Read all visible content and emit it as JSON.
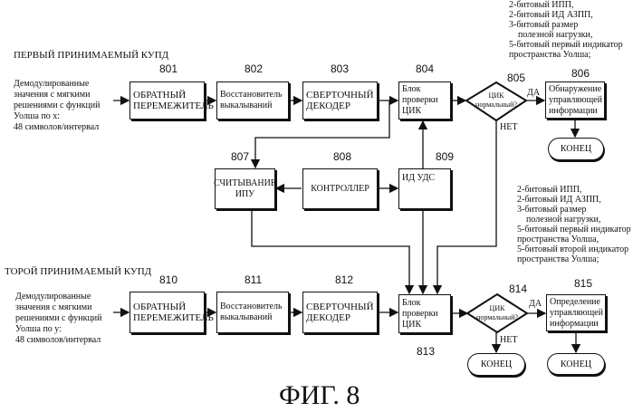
{
  "first": {
    "title": "ПЕРВЫЙ ПРИНИМАЕМЫЙ КУПД",
    "input": "Демодулированные\nзначения с мягкими\nрешениями с функций\nУолша по x:\n48 символов/интервал",
    "blocks": [
      {
        "num": "801",
        "label": "ОБРАТНЫЙ ПЕРЕМЕЖИТЕЛЬ"
      },
      {
        "num": "802",
        "label": "Восстановитель выкалываний"
      },
      {
        "num": "803",
        "label": "СВЕРТОЧНЫЙ ДЕКОДЕР"
      },
      {
        "num": "804",
        "label": "Блок проверки ЦИК"
      },
      {
        "num": "805",
        "label": "ЦИК нормальный?"
      },
      {
        "num": "806",
        "label": "Обнаружение управляющей информации"
      }
    ],
    "yes": "ДА",
    "no": "НЕТ",
    "end": "КОНЕЦ",
    "note": "2-битовый ИПП,\n2-битовый ИД АЗПП,\n3-битовый размер\n    полезной нагрузки,\n5-битовый первый индикатор\nпространства Уолша;"
  },
  "middle": {
    "blocks": [
      {
        "num": "807",
        "label": "СЧИТЫВАНИЕ ИПУ"
      },
      {
        "num": "808",
        "label": "КОНТРОЛЛЕР"
      },
      {
        "num": "809",
        "label": "ИД УДС"
      }
    ]
  },
  "second": {
    "title": "ТОРОЙ ПРИНИМАЕМЫЙ КУПД",
    "input": "Демодулированные\nзначения с мягкими\nрешениями с функций\nУолша по y:\n48 символов/интервал",
    "blocks": [
      {
        "num": "810",
        "label": "ОБРАТНЫЙ ПЕРЕМЕЖИТЕЛЬ"
      },
      {
        "num": "811",
        "label": "Восстановитель выкалываний"
      },
      {
        "num": "812",
        "label": "СВЕРТОЧНЫЙ ДЕКОДЕР"
      },
      {
        "num": "813",
        "label": "Блок проверки ЦИК"
      },
      {
        "num": "814",
        "label": "ЦИК нормальный?"
      },
      {
        "num": "815",
        "label": "Определение управляющей информации"
      }
    ],
    "yes": "ДА",
    "no": "НЕТ",
    "end_no": "КОНЕЦ",
    "end_yes": "КОНЕЦ",
    "note": "2-битовый ИПП,\n2-битовый ИД АЗПП,\n3-битовый размер\n    полезной нагрузки,\n5-битовый первый индикатор\nпространства Уолша,\n5-битовый второй индикатор\nпространства Уолша;"
  },
  "caption": "ФИГ. 8"
}
